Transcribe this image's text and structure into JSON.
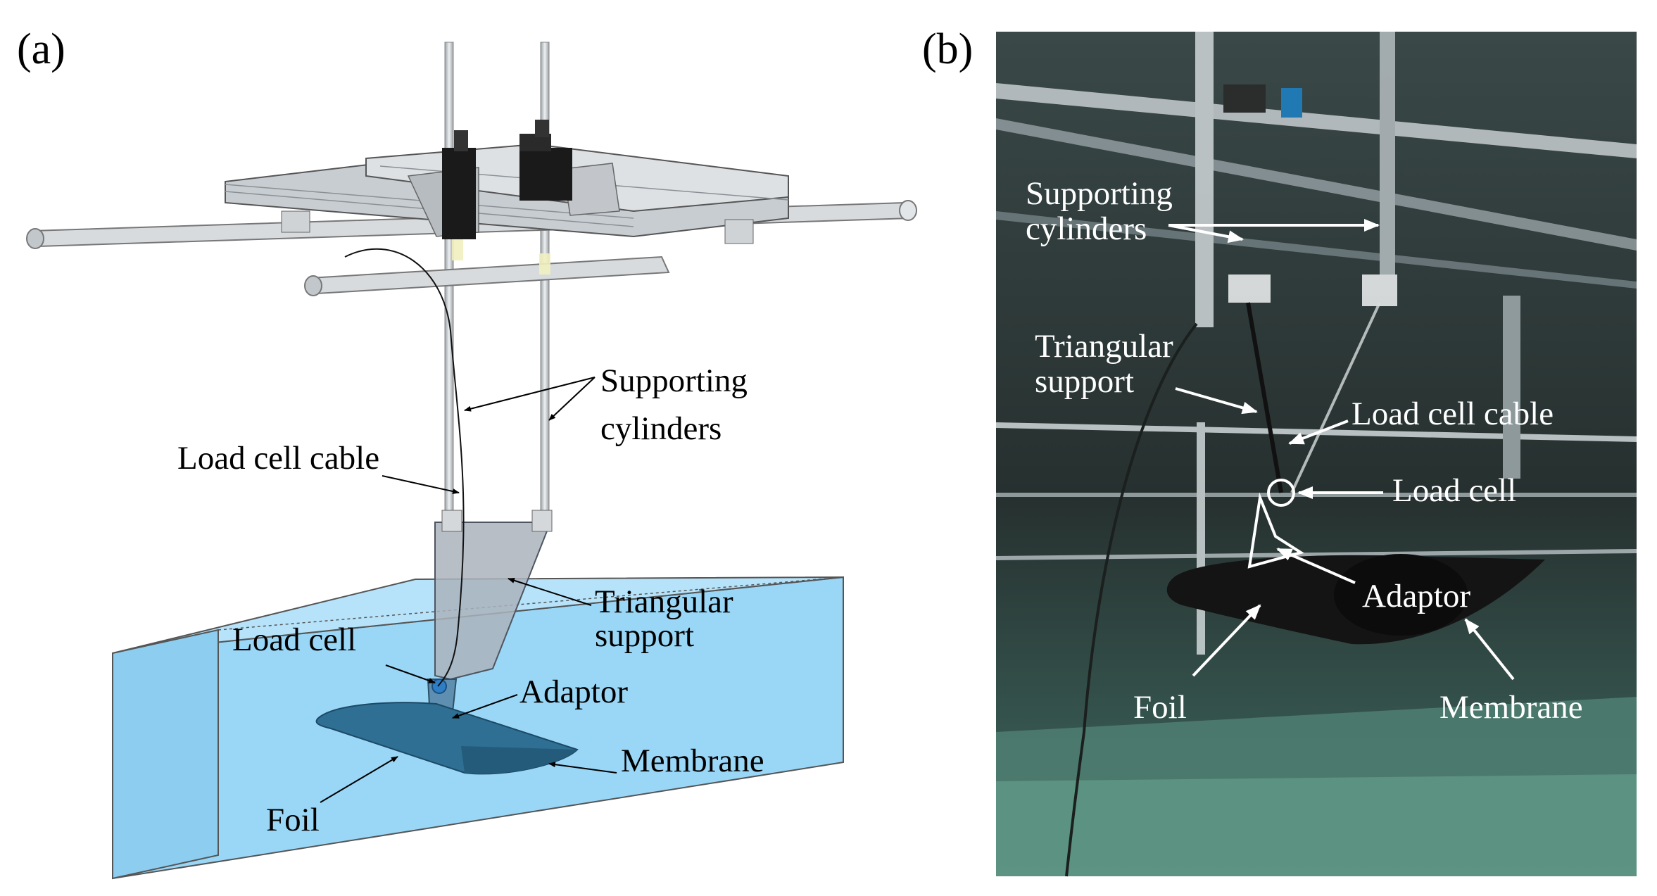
{
  "panel_a": {
    "tag": "(a)",
    "labels": {
      "supporting_1": "Supporting",
      "supporting_2": "cylinders",
      "load_cell_cable": "Load cell cable",
      "triangular_1": "Triangular",
      "triangular_2": "support",
      "load_cell": "Load cell",
      "adaptor": "Adaptor",
      "membrane": "Membrane",
      "foil": "Foil"
    },
    "colors": {
      "water": "#9ad7f7",
      "foil": "#2e6f93",
      "rail": "#c8cdd2",
      "motor": "#1a1a1a"
    }
  },
  "panel_b": {
    "tag": "(b)",
    "labels": {
      "supporting_1": "Supporting",
      "supporting_2": "cylinders",
      "triangular_1": "Triangular",
      "triangular_2": "support",
      "load_cell_cable": "Load cell cable",
      "load_cell": "Load cell",
      "adaptor": "Adaptor",
      "foil": "Foil",
      "membrane": "Membrane"
    },
    "colors": {
      "background": "#2a3a3c",
      "tank_floor": "#4f7f72",
      "foil": "#141414"
    }
  }
}
